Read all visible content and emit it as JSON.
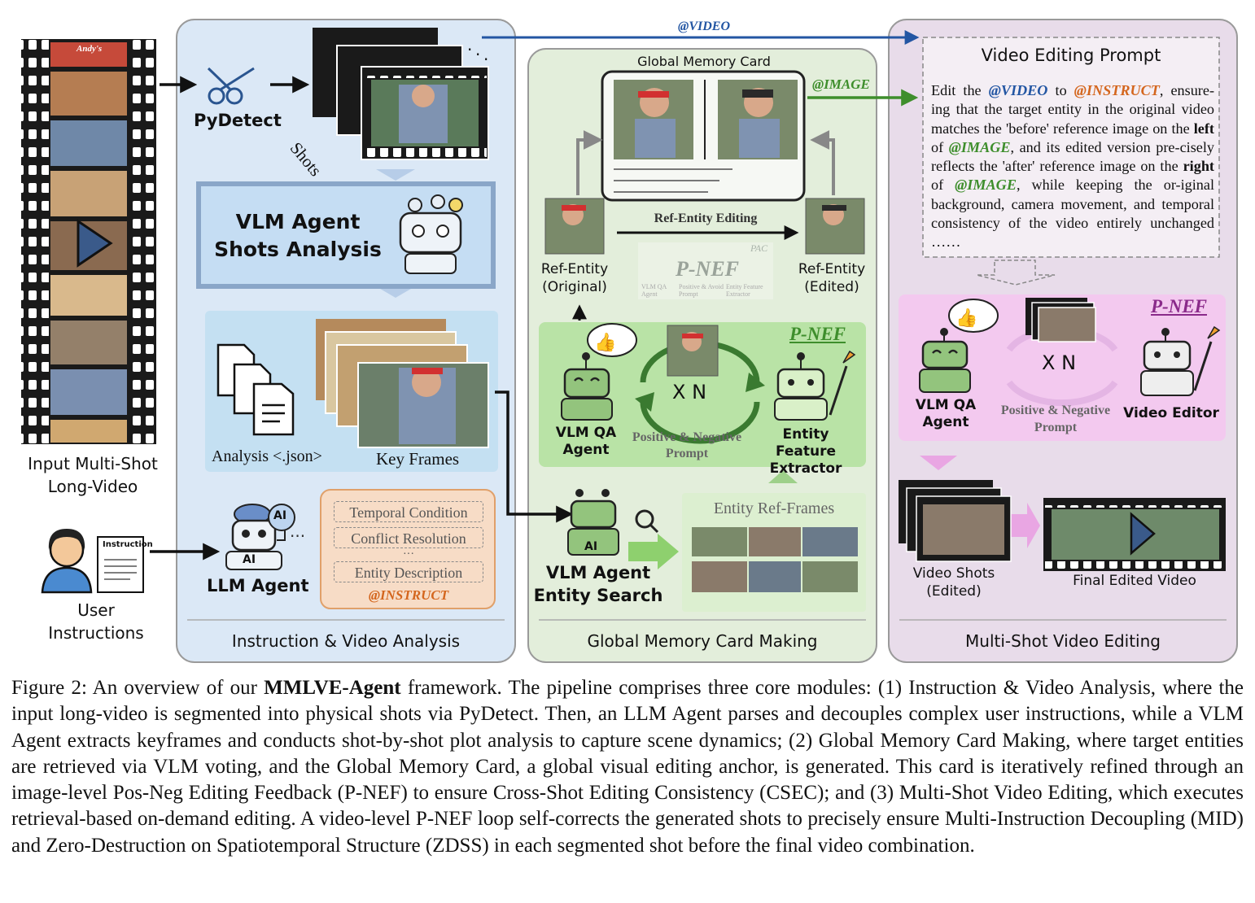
{
  "input": {
    "label_line1": "Input Multi-Shot",
    "label_line2": "Long-Video",
    "sign_text": "Andy's"
  },
  "user": {
    "doc_label": "Instruction",
    "label_line1": "User",
    "label_line2": "Instructions"
  },
  "panel1": {
    "title": "Instruction & Video Analysis",
    "pydetect": "PyDetect",
    "shots": "Shots",
    "vlm_line1": "VLM Agent",
    "vlm_line2": "Shots Analysis",
    "analysis_label": "Analysis <.json>",
    "keyframes_label": "Key Frames",
    "llm_agent": "LLM Agent",
    "ai_badge": "AI",
    "instruct_items": [
      "Temporal Condition",
      "Conflict Resolution",
      "Entity Description"
    ],
    "instruct_ellipsis": "···",
    "instruct_tag": "@INSTRUCT"
  },
  "panel2": {
    "title": "Global Memory Card Making",
    "gmc_title": "Global Memory Card",
    "image_tag": "@IMAGE",
    "ref_editing": "Ref-Entity Editing",
    "ref_orig_line1": "Ref-Entity",
    "ref_orig_line2": "(Original)",
    "ref_edit_line1": "Ref-Entity",
    "ref_edit_line2": "(Edited)",
    "faded_pnef": "P-NEF",
    "faded_small": [
      "VLM QA Agent",
      "Positive & Avoid Prompt",
      "Entity Feature Extractor"
    ],
    "faded_pac": "PAC",
    "pnef": "P-NEF",
    "xn": "X N",
    "vlmqa_line1": "VLM QA",
    "vlmqa_line2": "Agent",
    "posneg_line1": "Positive & Negative",
    "posneg_line2": "Prompt",
    "extractor_line1": "Entity Feature",
    "extractor_line2": "Extractor",
    "entity_search_line1": "VLM Agent",
    "entity_search_line2": "Entity Search",
    "entity_ref_frames": "Entity Ref-Frames"
  },
  "panel3": {
    "title": "Multi-Shot Video Editing",
    "video_tag": "@VIDEO",
    "prompt_title": "Video Editing Prompt",
    "prompt_parts": {
      "p1": "Edit the ",
      "video": "@VIDEO",
      "p2": " to ",
      "instruct": "@INSTRUCT",
      "p3": ", ensure-ing that the target entity in the original video matches the 'before' reference image on the ",
      "left": "left",
      "p4": " of ",
      "image1": "@IMAGE",
      "p5": ", and its edited version pre-cisely reflects the 'after' reference image on the ",
      "right": "right",
      "p6": " of ",
      "image2": "@IMAGE",
      "p7": ", while keeping the or-iginal background, camera movement, and temporal consistency of the video entirely unchanged ……"
    },
    "pnef": "P-NEF",
    "xn": "X N",
    "vlmqa_line1": "VLM QA",
    "vlmqa_line2": "Agent",
    "posneg_line1": "Positive & Negative",
    "posneg_line2": "Prompt",
    "video_editor": "Video Editor",
    "shots_edited_line1": "Video Shots",
    "shots_edited_line2": "(Edited)",
    "final_video": "Final Edited Video"
  },
  "caption": {
    "p1": "Figure 2: An overview of our ",
    "bold": "MMLVE-Agent",
    "p2": " framework. The pipeline comprises three core modules: (1) Instruction & Video Analysis, where the input long-video is segmented into physical shots via PyDetect. Then, an LLM Agent parses and decouples complex user instructions, while a VLM Agent extracts keyframes and conducts shot-by-shot plot analysis to capture scene dynamics; (2) Global Memory Card Making, where target entities are retrieved via VLM voting, and the Global Memory Card, a global visual editing anchor, is generated. This card is iteratively refined through an image-level Pos-Neg Editing Feedback (P-NEF) to ensure Cross-Shot Editing Consistency (CSEC); and (3) Multi-Shot Video Editing, which executes retrieval-based on-demand editing. A video-level P-NEF loop self-corrects the generated shots to precisely ensure Multi-Instruction Decoupling (MID) and Zero-Destruction on Spatiotemporal Structure (ZDSS) in each segmented shot before the final video combination."
  },
  "colors": {
    "panel1_bg": "#dbe8f6",
    "panel2_bg": "#e3eedb",
    "panel3_bg": "#e8dcea",
    "video_arrow": "#2356a3",
    "image_arrow": "#3e8e2c",
    "instruct_tag": "#d4661e",
    "pnef_green": "#3e8e2c",
    "pnef_purple": "#8a2a8a"
  }
}
